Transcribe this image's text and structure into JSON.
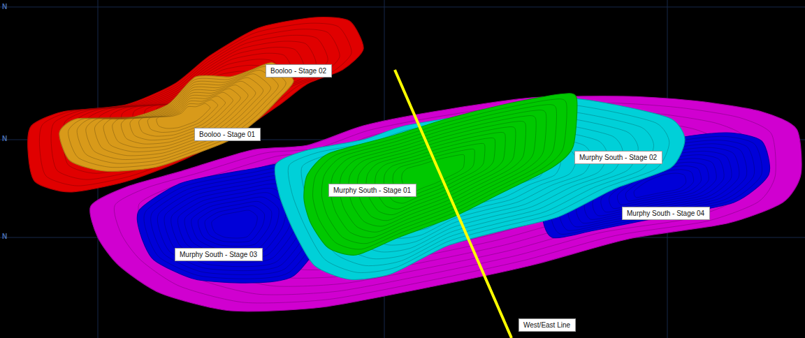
{
  "diagram": {
    "nodes": [
      {
        "text": [
          "Booloo - Stage 02"
        ]
      },
      {
        "text": [
          "Booloo - Stage 01"
        ]
      },
      {
        "text": [
          "Murphy South - Stage 02"
        ]
      },
      {
        "text": [
          "Murphy South - Stage 01"
        ]
      },
      {
        "text": [
          "Murphy South - Stage 04"
        ]
      },
      {
        "text": [
          "Murphy South - Stage 03"
        ]
      },
      {
        "text": [
          "West/East Line"
        ]
      }
    ],
    "edges": [],
    "labels": [
      "N",
      "N",
      "N"
    ]
  }
}
